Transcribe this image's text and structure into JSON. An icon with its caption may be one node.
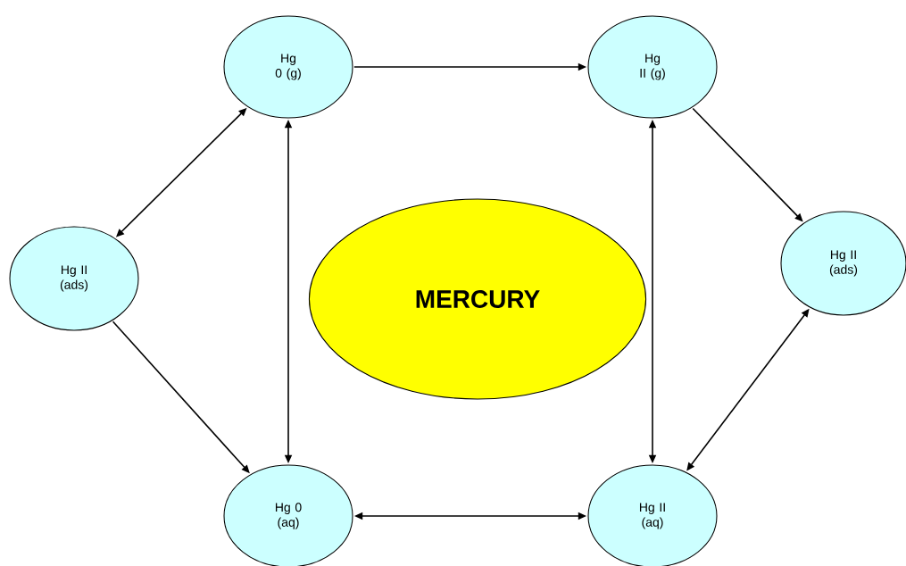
{
  "diagram": {
    "nodes": [
      {
        "text": [
          "Hg 0 (g)"
        ]
      },
      {
        "text": [
          "Hg II (g)"
        ]
      },
      {
        "text": [
          "Hg II (ads)"
        ]
      },
      {
        "text": [
          "MERCURY"
        ]
      },
      {
        "text": [
          "Hg II (ads)"
        ]
      },
      {
        "text": [
          "Hg 0 (aq)"
        ]
      },
      {
        "text": [
          "Hg II (aq)"
        ]
      }
    ],
    "edges": [
      {
        "from": 0,
        "to": 1,
        "arrow": "to"
      },
      {
        "from": 0,
        "to": 2,
        "arrow": "both"
      },
      {
        "from": 0,
        "to": 5,
        "arrow": "both"
      },
      {
        "from": 1,
        "to": 4,
        "arrow": "to"
      },
      {
        "from": 1,
        "to": 6,
        "arrow": "both"
      },
      {
        "from": 2,
        "to": 5,
        "arrow": "to"
      },
      {
        "from": 5,
        "to": 6,
        "arrow": "both"
      },
      {
        "from": 4,
        "to": 6,
        "arrow": "both"
      }
    ]
  }
}
